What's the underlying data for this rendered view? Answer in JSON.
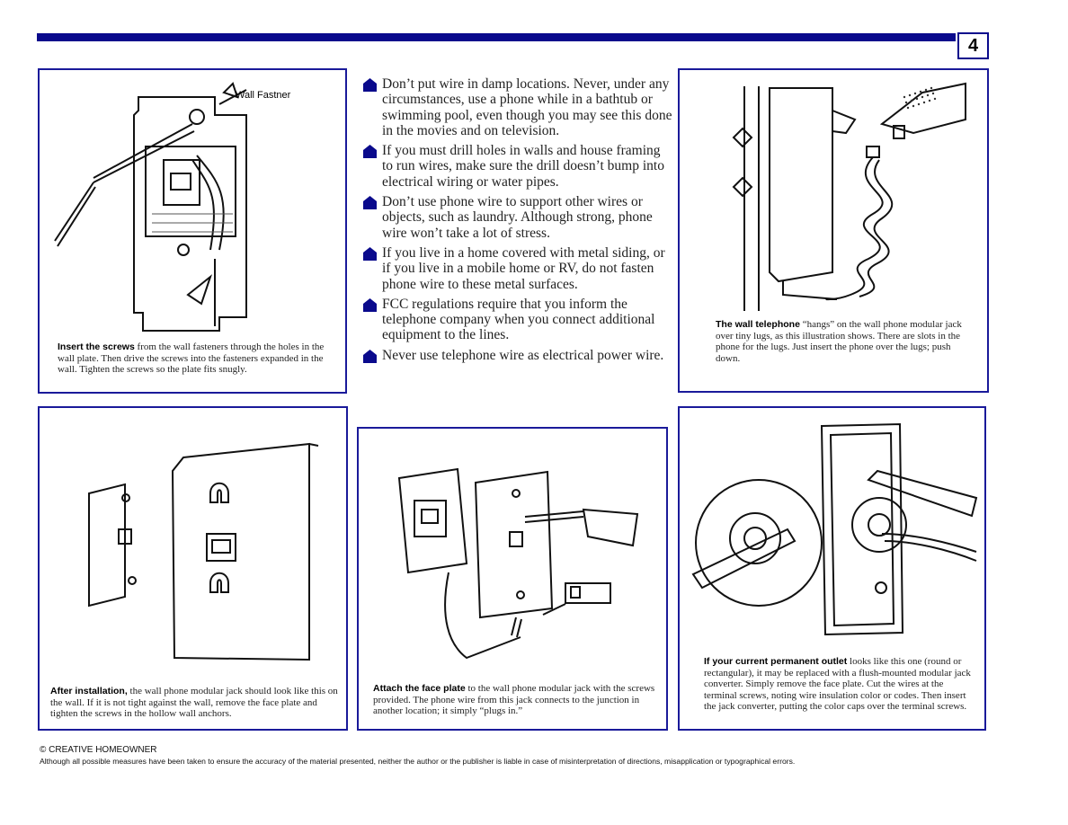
{
  "header": {
    "page_number": "4"
  },
  "bullets": [
    {
      "text": "Don’t put wire in damp locations.  Never, under any circumstances, use a phone while in a bathtub or swimming pool, even though you may see this done in the movies and on television."
    },
    {
      "text": "If you must drill holes in walls and house framing to run wires, make sure the drill doesn’t bump into electrical wiring or water pipes."
    },
    {
      "text": "Don’t use phone wire to support other wires or objects, such as laundry.  Although strong, phone wire won’t take a lot of stress."
    },
    {
      "text": "If you live in a home covered with metal siding, or if you live in a mobile home or RV, do not fasten phone wire to these metal surfaces."
    },
    {
      "text": "FCC regulations require that you inform the telephone company when you connect additional equipment to the lines."
    },
    {
      "text": "Never use telephone wire as electrical power wire."
    }
  ],
  "panels": {
    "fasten": {
      "callout": "Wall Fastner",
      "lead": "Insert the screws",
      "text": " from the wall fasteners through the holes in the wall plate.  Then drive the screws into the fasteners expanded in the wall.  Tighten the screws so the plate fits snugly."
    },
    "telephone": {
      "lead": "The wall telephone",
      "text": " “hangs” on the wall phone modular jack over tiny lugs, as this illustration shows.  There are slots in the phone for the lugs.  Just insert the phone over the lugs; push down."
    },
    "after": {
      "lead": "After installation,",
      "text": " the wall phone modular jack should look like this on the wall.  If it is not tight against the wall, remove the face plate and tighten the screws in the hollow wall anchors."
    },
    "faceplate": {
      "lead": "Attach the face plate",
      "text": " to the wall phone modular jack with the screws provided.  The phone wire from this jack connects to the junction in another location; it simply “plugs in.”"
    },
    "outlet": {
      "lead": "If your current permanent outlet",
      "text": " looks like this one (round or rectangular), it may be replaced with a flush-mounted modular jack converter.  Simply remove the face plate.  Cut the wires at the terminal screws, noting wire insulation color or codes.  Then insert the jack converter, putting the color caps over the terminal screws."
    }
  },
  "footer": {
    "copyright": "© CREATIVE HOMEOWNER",
    "disclaimer": "Although all possible measures have been taken to ensure the accuracy of the material presented, neither the author or the publisher is liable in case of misinterpretation of directions, misapplication or typographical errors."
  },
  "colors": {
    "accent": "#0a0a8c",
    "border": "#1a1a9a",
    "icon": "#0a0a8c"
  }
}
